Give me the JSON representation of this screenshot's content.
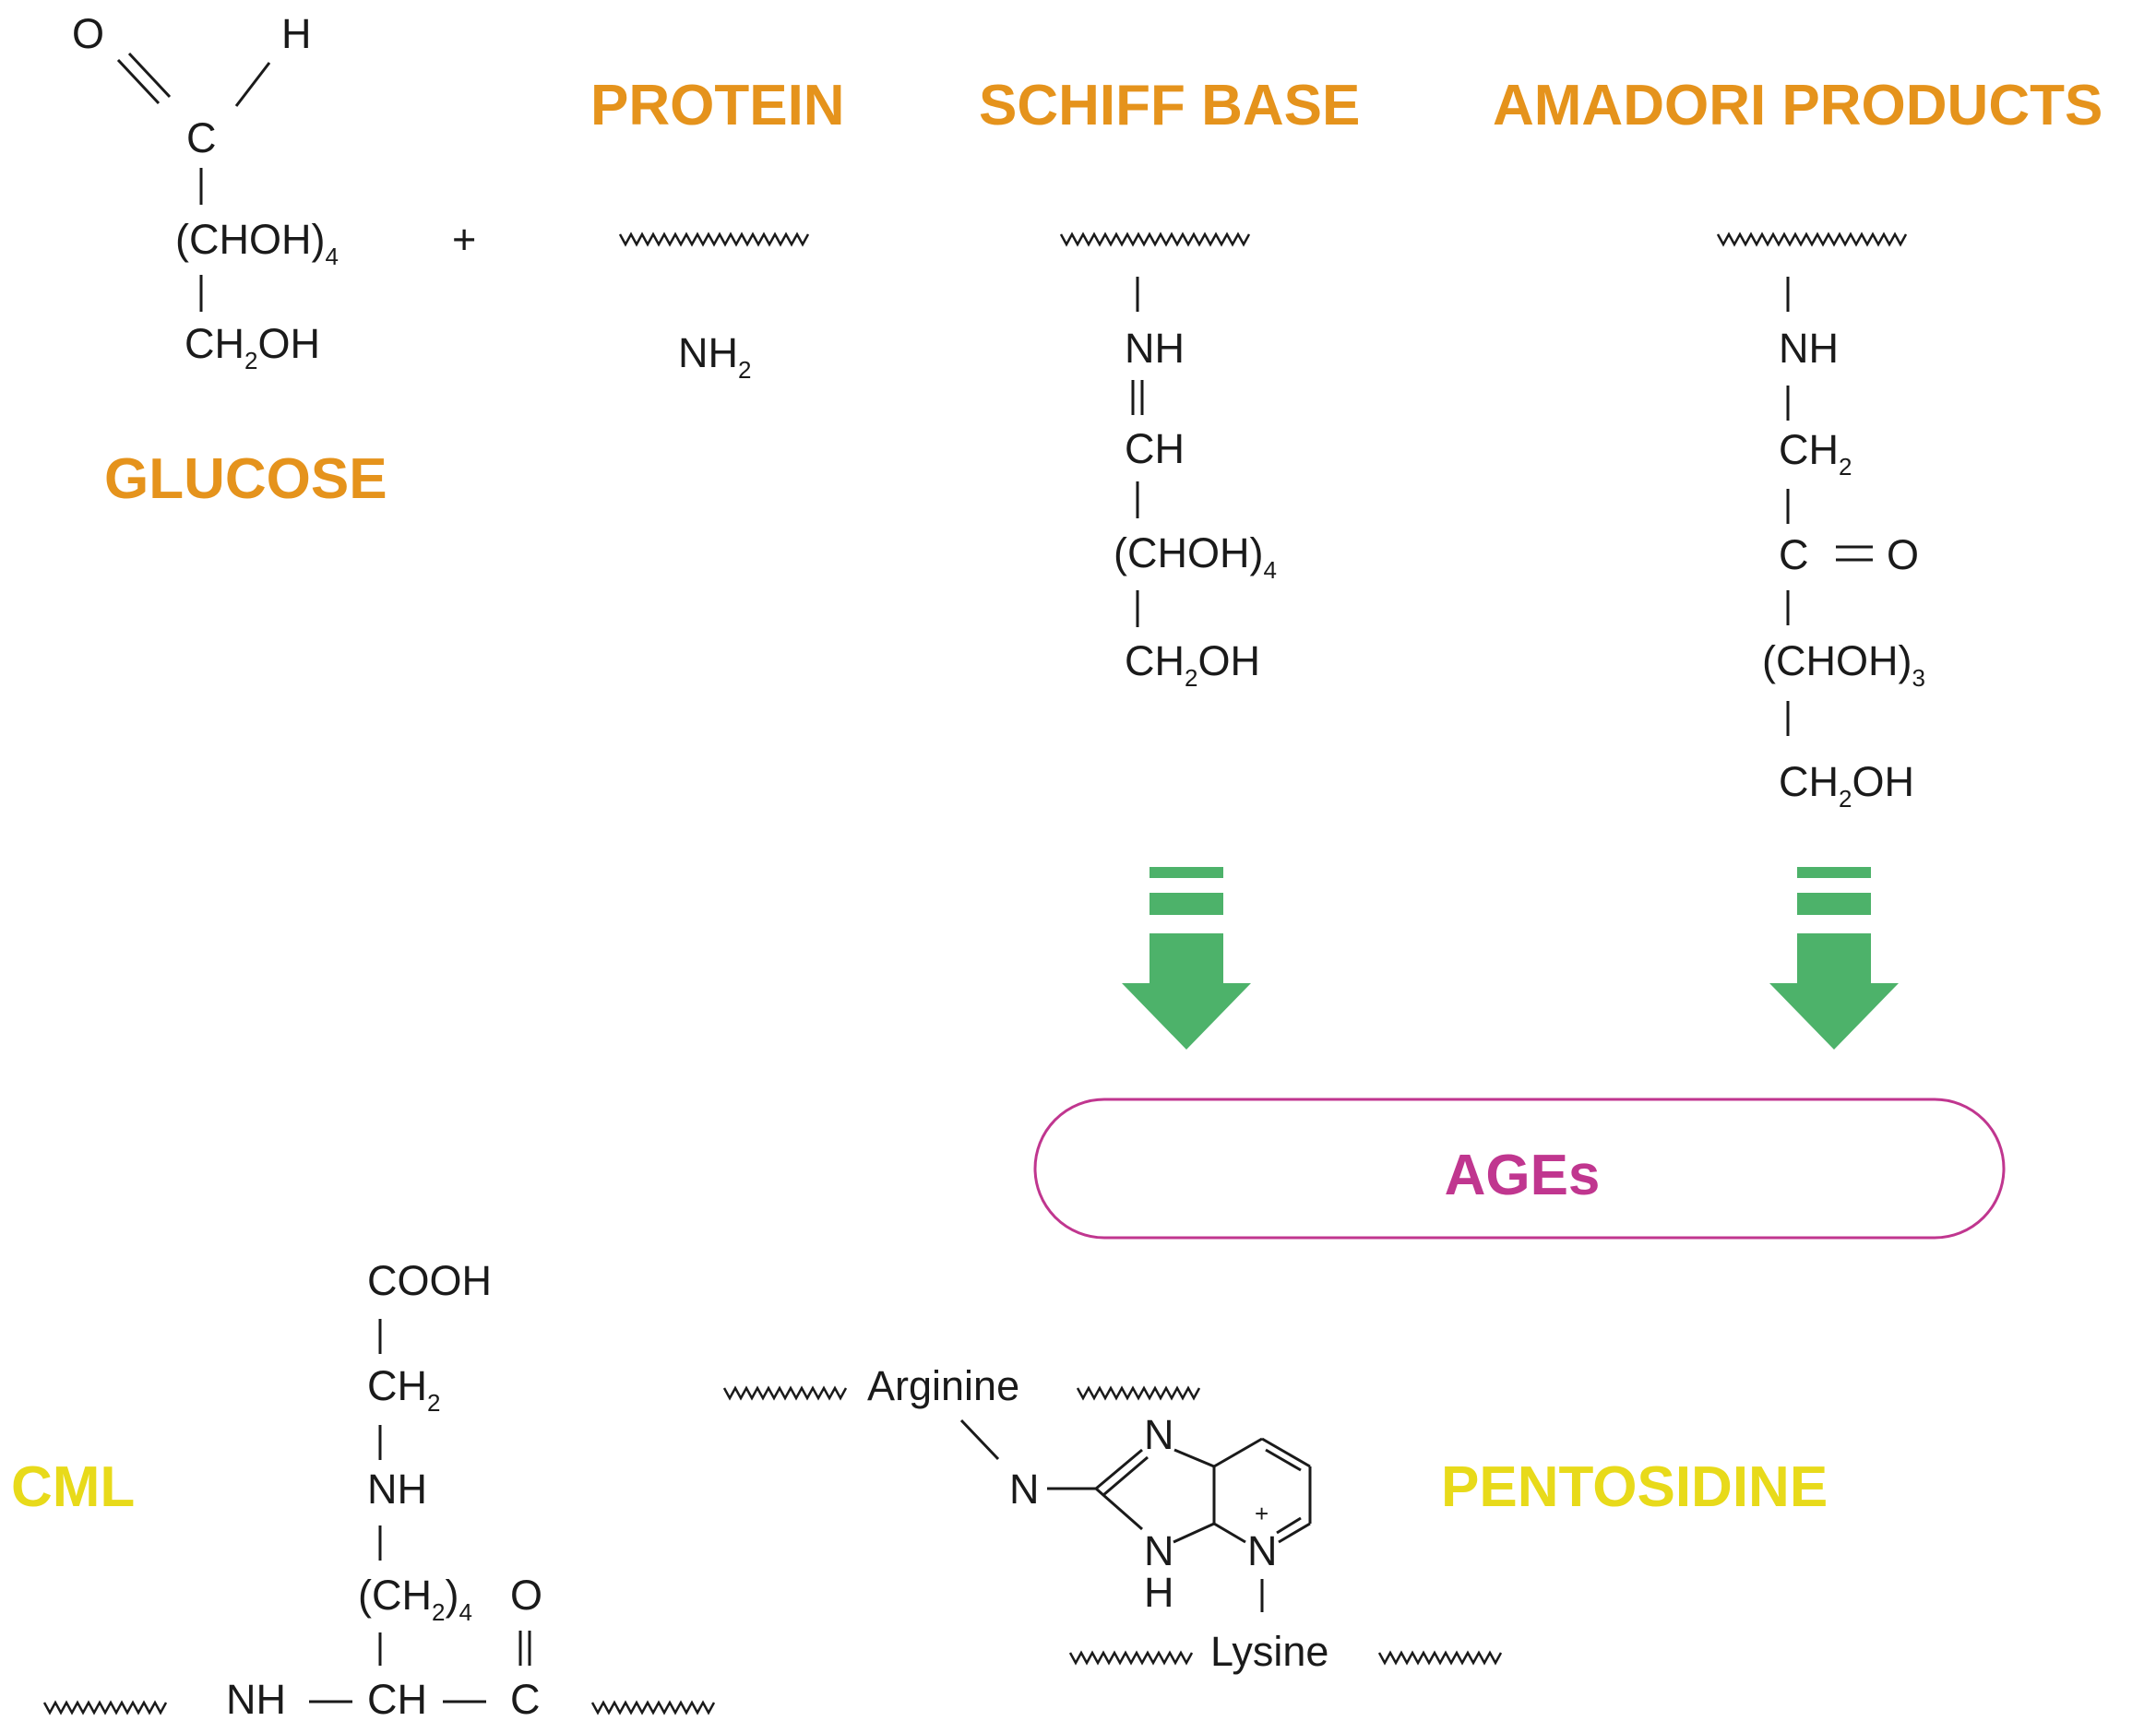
{
  "colors": {
    "orange": "#E5931C",
    "magenta": "#C0368F",
    "yellow": "#E8DA1A",
    "green": "#4DB26A",
    "ink": "#1a1a1a"
  },
  "headers": {
    "protein": "PROTEIN",
    "schiff": "SCHIFF BASE",
    "amadori": "AMADORI PRODUCTS",
    "glucose": "GLUCOSE",
    "ages": "AGEs",
    "cml": "CML",
    "pentosidine": "PENTOSIDINE"
  },
  "glucose": {
    "o": "O",
    "h": "H",
    "c": "C",
    "chohMain": "(CHOH)",
    "chohSub": "4",
    "ch2ohA": "CH",
    "ch2ohSub": "2",
    "ch2ohB": "OH"
  },
  "plus": "+",
  "protein": {
    "nh2Main": "NH",
    "nh2Sub": "2"
  },
  "schiff": {
    "nh": "NH",
    "dbl": "||",
    "ch": "CH",
    "chohMain": "(CHOH)",
    "chohSub": "4",
    "ch2ohA": "CH",
    "ch2ohSub": "2",
    "ch2ohB": "OH"
  },
  "amadori": {
    "nh": "NH",
    "ch2Main": "CH",
    "ch2Sub": "2",
    "c": "C",
    "eq": "═",
    "o": "O",
    "chohMain": "(CHOH)",
    "chohSub": "3",
    "ch2ohA": "CH",
    "ch2ohSub": "2",
    "ch2ohB": "OH"
  },
  "cml": {
    "cooh": "COOH",
    "ch2Main": "CH",
    "ch2Sub": "2",
    "nh": "NH",
    "chainMain": "(CH",
    "chainSub2": "2",
    "chainClose": ")",
    "chainSub4": "4",
    "o": "O",
    "dbl": "||",
    "bbNH": "NH",
    "bbDash1": "—",
    "bbCH": "CH",
    "bbDash2": "—",
    "bbC": "C"
  },
  "pentosidine": {
    "arginine": "Arginine",
    "lysine": "Lysine",
    "nLeft": "N",
    "nTop": "N",
    "nBot": "N",
    "hBot": "H",
    "nPlus": "N",
    "plus": "+"
  }
}
